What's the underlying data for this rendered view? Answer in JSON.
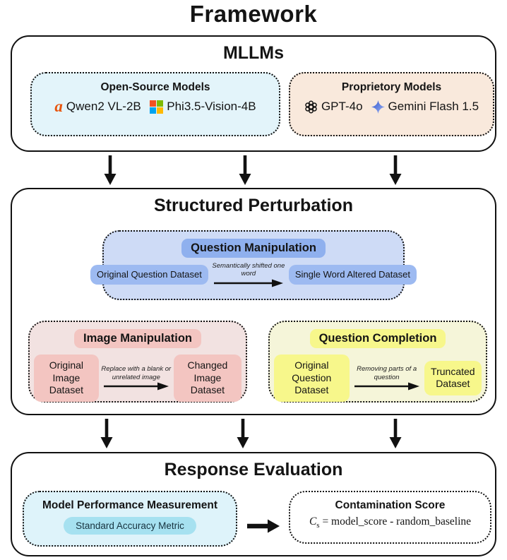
{
  "title": "Framework",
  "mllms": {
    "title": "MLLMs",
    "open_source": {
      "title": "Open-Source Models",
      "models": [
        {
          "icon": "alibaba-icon",
          "name": "Qwen2 VL-2B"
        },
        {
          "icon": "microsoft-icon",
          "name": "Phi3.5-Vision-4B"
        }
      ]
    },
    "proprietary": {
      "title": "Proprietory Models",
      "models": [
        {
          "icon": "openai-icon",
          "name": "GPT-4o"
        },
        {
          "icon": "gemini-icon",
          "name": "Gemini Flash 1.5"
        }
      ]
    }
  },
  "perturbation": {
    "title": "Structured Perturbation",
    "question_manipulation": {
      "title": "Question Manipulation",
      "source": "Original Question Dataset",
      "arrow_label": "Semantically shifted one word",
      "target": "Single Word Altered Dataset"
    },
    "image_manipulation": {
      "title": "Image Manipulation",
      "source": "Original Image Dataset",
      "arrow_label": "Replace with a blank or unrelated image",
      "target": "Changed Image Dataset"
    },
    "question_completion": {
      "title": "Question Completion",
      "source": "Original Question Dataset",
      "arrow_label": "Removing parts of a question",
      "target": "Truncated Dataset"
    }
  },
  "evaluation": {
    "title": "Response Evaluation",
    "performance": {
      "title": "Model Performance Measurement",
      "metric": "Standard Accuracy Metric"
    },
    "contamination": {
      "title": "Contamination Score",
      "formula_var": "C",
      "formula_sub": "s",
      "formula_rest": "= model_score - random_baseline"
    }
  },
  "colors": {
    "open-source-bg": "#e3f4fa",
    "proprietary-bg": "#f9e9dc",
    "qm-bg": "#cedbf6",
    "qm-pill": "#8fb0ee",
    "qm-data-pill": "#9dbaf1",
    "im-bg": "#f2e2e1",
    "im-pill": "#f3c5c1",
    "qc-bg": "#f5f5d9",
    "qc-pill": "#f7f78b",
    "mpm-bg": "#def3fa",
    "metric-pill-bg": "#a6e1f0",
    "arrow": "#111111",
    "alibaba-orange": "#e8540c",
    "ms-red": "#f25022",
    "ms-green": "#7fba00",
    "ms-blue": "#00a4ef",
    "ms-yellow": "#ffb900",
    "gemini-blue-dark": "#2f55cf",
    "gemini-blue-light": "#9fb4f2"
  }
}
